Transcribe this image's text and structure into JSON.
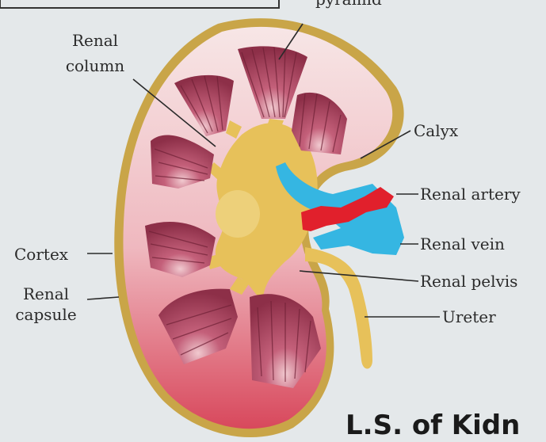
{
  "diagram": {
    "top_cut_text": "pyramid",
    "title": "L.S. of Kidn",
    "labels": {
      "renal_column_line1": "Renal",
      "renal_column_line2": "column",
      "calyx": "Calyx",
      "renal_artery": "Renal artery",
      "renal_vein": "Renal vein",
      "renal_pelvis": "Renal pelvis",
      "ureter": "Ureter",
      "cortex": "Cortex",
      "renal_capsule_line1": "Renal",
      "renal_capsule_line2": "capsule"
    },
    "colors": {
      "capsule": "#c9a548",
      "cortex_light": "#f4dede",
      "cortex_dark": "#d84a5e",
      "pyramid": "#a83f58",
      "pelvis": "#e7c15a",
      "artery": "#e1202c",
      "vein": "#35b6e2"
    }
  }
}
